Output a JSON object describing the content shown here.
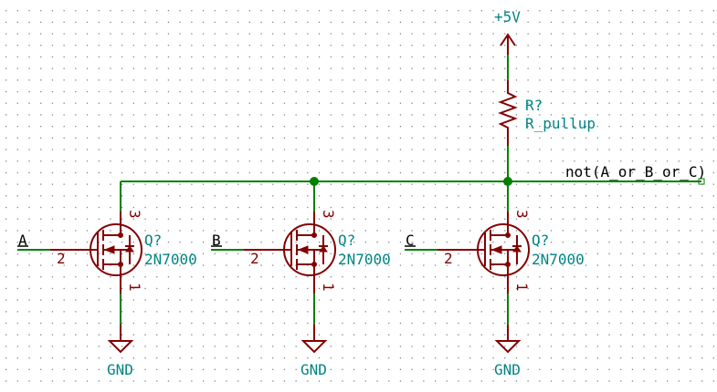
{
  "schematic": {
    "power": {
      "label": "+5V"
    },
    "resistor": {
      "ref": "R?",
      "value": "R_pullup"
    },
    "output_net": {
      "label": "not(A_or_B_or_C)"
    },
    "transistors": [
      {
        "ref": "Q?",
        "value": "2N7000",
        "gate_net": "A",
        "gate_pin": "2",
        "drain_pin": "3",
        "source_pin": "1",
        "ground_label": "GND"
      },
      {
        "ref": "Q?",
        "value": "2N7000",
        "gate_net": "B",
        "gate_pin": "2",
        "drain_pin": "3",
        "source_pin": "1",
        "ground_label": "GND"
      },
      {
        "ref": "Q?",
        "value": "2N7000",
        "gate_net": "C",
        "gate_pin": "2",
        "drain_pin": "3",
        "source_pin": "1",
        "ground_label": "GND"
      }
    ]
  },
  "colors": {
    "wire": "#008000",
    "symbol": "#840000",
    "reference": "#008484",
    "net_label": "#000000",
    "grid": "#848484"
  }
}
